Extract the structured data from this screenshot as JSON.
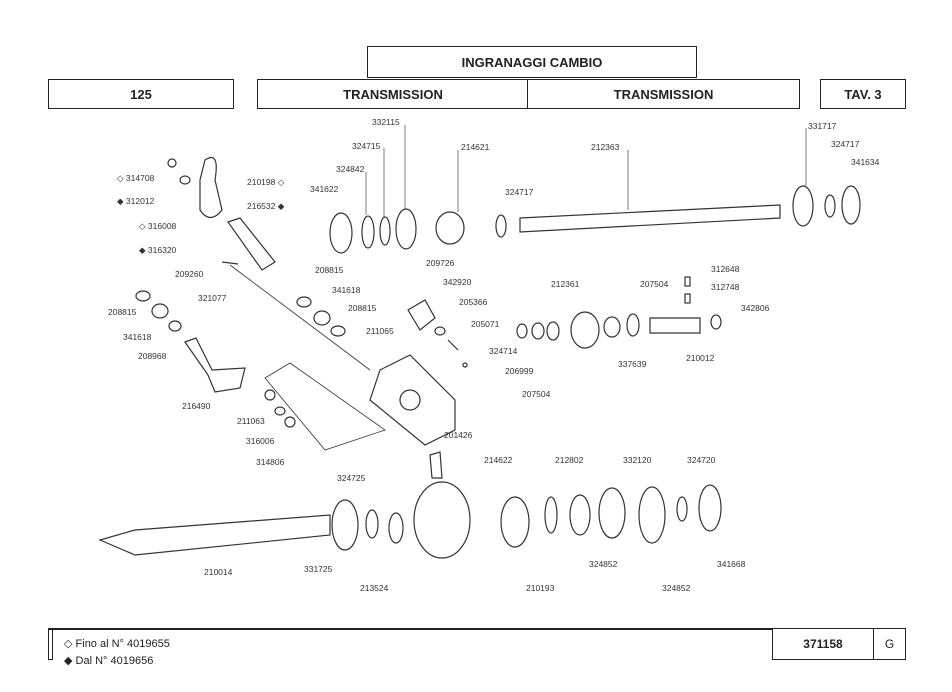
{
  "header": {
    "title": "INGRANAGGI CAMBIO",
    "model": "125",
    "section_left": "TRANSMISSION",
    "section_right": "TRANSMISSION",
    "table": "TAV. 3"
  },
  "parts": [
    "332115",
    "324715",
    "324842",
    "341622",
    "214621",
    "324717",
    "212363",
    "331717",
    "324717",
    "341634",
    "314708",
    "312012",
    "316008",
    "316320",
    "210198",
    "216532",
    "209260",
    "321077",
    "208815",
    "341618",
    "208815",
    "208815",
    "341618",
    "208968",
    "216490",
    "211063",
    "316006",
    "314806",
    "209726",
    "342920",
    "205366",
    "205071",
    "211065",
    "201426",
    "212361",
    "207504",
    "312648",
    "312748",
    "342806",
    "324714",
    "206999",
    "207504",
    "337639",
    "210012",
    "324725",
    "214622",
    "212802",
    "332120",
    "324720",
    "210014",
    "331725",
    "213524",
    "210193",
    "324852",
    "324852",
    "341668"
  ],
  "legend": {
    "until": {
      "symbol": "hollow-diamond-icon",
      "text": "Fino al N° 4019655"
    },
    "from": {
      "symbol": "filled-diamond-icon",
      "text": "Dal N° 4019656"
    }
  },
  "footer": {
    "code": "371158",
    "letter": "G"
  }
}
